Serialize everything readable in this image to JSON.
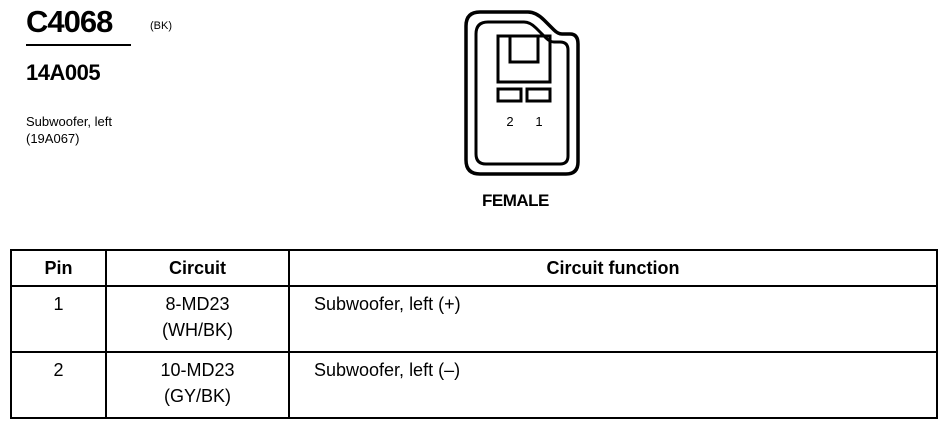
{
  "header": {
    "connector_id": "C4068",
    "connector_color": "(BK)",
    "part_number": "14A005",
    "description_line1": "Subwoofer, left",
    "description_line2": "(19A067)"
  },
  "connector": {
    "gender_label": "FEMALE",
    "pin_numbers": [
      "2",
      "1"
    ]
  },
  "table": {
    "headers": {
      "pin": "Pin",
      "circuit": "Circuit",
      "function": "Circuit function"
    },
    "rows": [
      {
        "pin": "1",
        "circuit": "8-MD23",
        "wire_color": "(WH/BK)",
        "function": "Subwoofer, left  (+)"
      },
      {
        "pin": "2",
        "circuit": "10-MD23",
        "wire_color": "(GY/BK)",
        "function": "Subwoofer, left  (–)"
      }
    ]
  }
}
